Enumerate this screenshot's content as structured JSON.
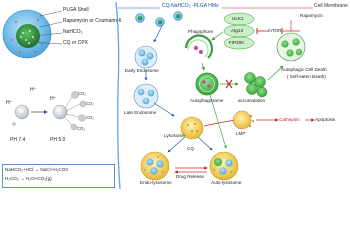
{
  "legend": {
    "plga_shell": "PLGA Shell",
    "drug": "Rapamycin or Coumarin-6",
    "nahco3": "NaHCO₃",
    "cq_cpx": "CQ or CPX"
  },
  "ph": {
    "hplus": "H⁺",
    "ph74": "PH 7.4",
    "ph50": "PH 5.0",
    "co2": "CO₂"
  },
  "equations": {
    "eq1": "NaHCO₃+HCl → NaCl+H₂CO3",
    "eq2": "H₂CO₃ → H₂O+CO₂(g)"
  },
  "cell": {
    "hms_title": "CQ-NaHCO₃ -PLGA HMs",
    "membrane": "Cell Membrane",
    "early_endosome": "Early  Endosome",
    "late_endosome": "Late  Endosome",
    "lysosome": "Lysosome",
    "phagophore": "Phagophore",
    "ulk1": "ULK1",
    "atg13": "Atg13",
    "fip200": "FIP200",
    "rapamycin": "Rapamycin",
    "mtor": "mTOR",
    "autophagosome": "Autophagosome",
    "accumulation": "accumulation",
    "autophagic_death": "Autophagic Cell Death",
    "self_eaten": "( Self-eaten Death)",
    "lmp": "LMP",
    "cathepsin": "Cathepsin",
    "apoptosis": "Apoptosis",
    "cq": "CQ",
    "drug_release": "Drug Release",
    "endo_lysosome": "Endo-lysosome",
    "auto_lysosome": "Auto-lysosome"
  },
  "colors": {
    "shell": "#7ec4ea",
    "core": "#2c8a3a",
    "green": "#4bbf4b",
    "lyso": "#f5d76e",
    "blue": "#1f4fa3",
    "red": "#c0272d"
  }
}
